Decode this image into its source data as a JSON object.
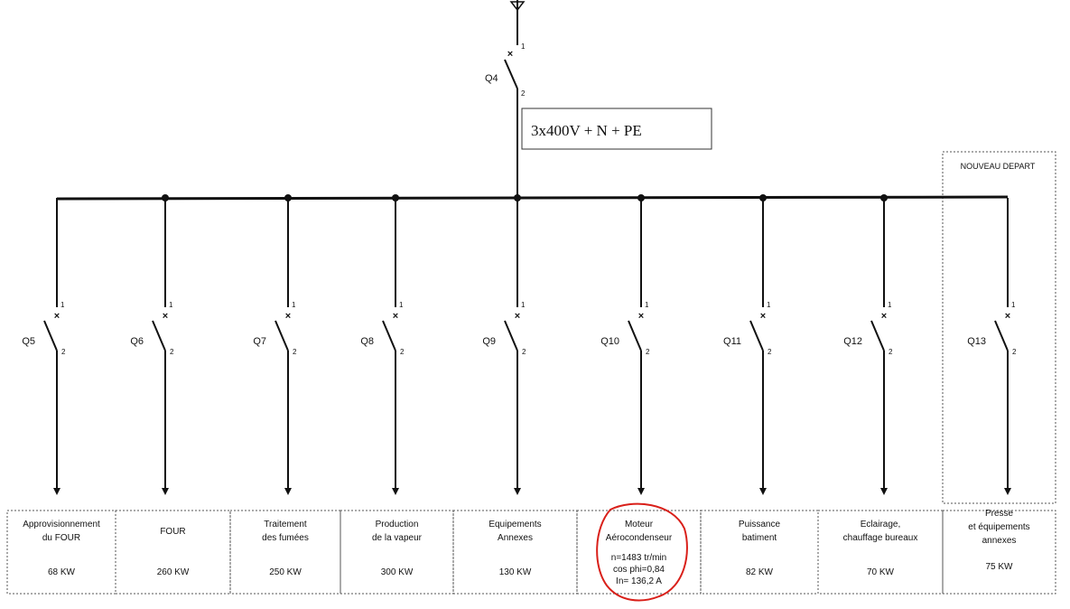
{
  "main_breaker": {
    "label": "Q4",
    "pin_top": "1",
    "pin_bottom": "2"
  },
  "supply_label": "3x400V + N + PE",
  "new_departure_label": "NOUVEAU DEPART",
  "feeders": [
    {
      "breaker": "Q5",
      "pin_top": "1",
      "pin_bottom": "2",
      "load_lines": [
        "Approvisionnement",
        "du FOUR"
      ],
      "power": "68 KW"
    },
    {
      "breaker": "Q6",
      "pin_top": "1",
      "pin_bottom": "2",
      "load_lines": [
        "FOUR"
      ],
      "power": "260 KW"
    },
    {
      "breaker": "Q7",
      "pin_top": "1",
      "pin_bottom": "2",
      "load_lines": [
        "Traitement",
        "des fumées"
      ],
      "power": "250 KW"
    },
    {
      "breaker": "Q8",
      "pin_top": "1",
      "pin_bottom": "2",
      "load_lines": [
        "Production",
        "de la vapeur"
      ],
      "power": "300 KW"
    },
    {
      "breaker": "Q9",
      "pin_top": "1",
      "pin_bottom": "2",
      "load_lines": [
        "Equipements",
        "Annexes"
      ],
      "power": "130 KW"
    },
    {
      "breaker": "Q10",
      "pin_top": "1",
      "pin_bottom": "2",
      "load_lines": [
        "Moteur",
        "Aérocondenseur"
      ],
      "motor_details": [
        "n=1483 tr/min",
        "cos phi=0,84",
        "In= 136,2 A"
      ]
    },
    {
      "breaker": "Q11",
      "pin_top": "1",
      "pin_bottom": "2",
      "load_lines": [
        "Puissance",
        "batiment"
      ],
      "power": "82 KW"
    },
    {
      "breaker": "Q12",
      "pin_top": "1",
      "pin_bottom": "2",
      "load_lines": [
        "Eclairage,",
        "chauffage bureaux"
      ],
      "power": "70 KW"
    },
    {
      "breaker": "Q13",
      "pin_top": "1",
      "pin_bottom": "2",
      "load_lines": [
        "Presse",
        "et équipements",
        "annexes"
      ],
      "power": "75 KW"
    }
  ],
  "colors": {
    "line": "#111111",
    "highlight": "#d9201a",
    "box_border": "#555555"
  }
}
